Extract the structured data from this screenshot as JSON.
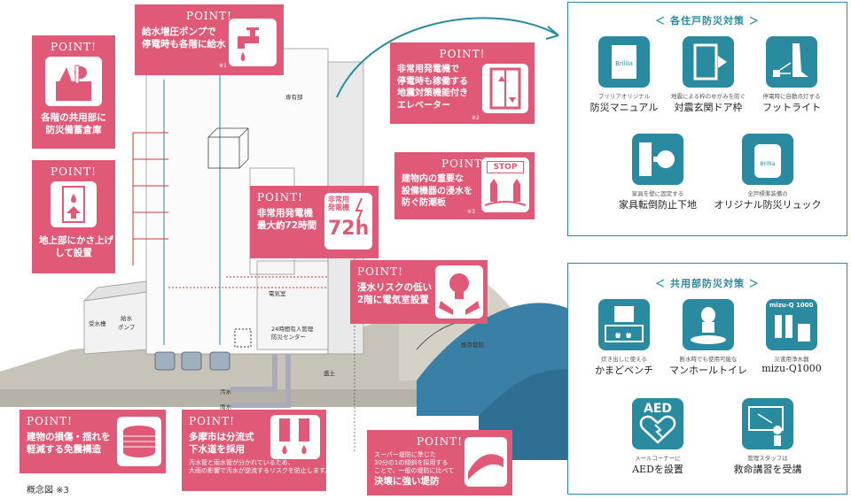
{
  "point_label": "POINT!",
  "points": {
    "pump": {
      "text": "給水増圧ポンプで\n停電時も各階に給水",
      "note": "※1"
    },
    "storage": {
      "text": "各階の共用部に\n防災備蓄倉庫"
    },
    "elevator": {
      "text": "非常用発電機で\n停電時も稼働する\n地震対策機能付き\nエレベーター",
      "note": "※2"
    },
    "flood_panel": {
      "text": "建物内の重要な\n設備機器の浸水を\n防ぐ防潮板",
      "note": "※3",
      "badge": "STOP"
    },
    "raise": {
      "text": "地上部にかさ上げ\nして設置"
    },
    "generator": {
      "text": "非常用発電機\n最大約72時間",
      "badge_top": "非常用\n発電機",
      "badge_big": "72h"
    },
    "elec_room": {
      "text": "浸水リスクの低い\n2階に電気室設置"
    },
    "seismic": {
      "text": "建物の損傷・揺れを\n軽減する免震構造"
    },
    "sewer": {
      "text": "多摩市は分流式\n下水道を採用",
      "sub": "汚水管と雨水管が分かれているため、\n大雨の影響で汚水が逆流するリスクを防止します。"
    },
    "levee": {
      "sub": "スーパー堤防に準じた\n30分の1の傾斜を採用する\nことで、一般の堤防に比べて",
      "text": "決壊に強い堤防"
    }
  },
  "labels": {
    "private": "専有部",
    "elec_room": "電気室",
    "mgmt": "24時間有人管理\n防災センター",
    "receiving": "受水槽",
    "water_pump": "給水\nポンプ",
    "sewage": "汚水",
    "rain": "雨水",
    "fill": "盛土",
    "existing_levee": "既存堤防",
    "caption": "概念図 ※3"
  },
  "units_panel": {
    "title": "＜ 各住戸防災対策 ＞",
    "items": [
      {
        "sub": "ブリリアオリジナル",
        "main": "防災マニュアル",
        "icon": "manual-book-icon",
        "brand": "Brillia"
      },
      {
        "sub": "地震による枠のゆがみを防ぐ",
        "main": "対震玄関ドア枠",
        "icon": "door-frame-icon"
      },
      {
        "sub": "停電時に自動点灯する",
        "main": "フットライト",
        "icon": "foot-light-icon"
      },
      {
        "sub": "家具を壁に固定する",
        "main": "家具転倒防止下地",
        "icon": "furniture-anchor-icon"
      },
      {
        "sub": "全戸標準装備の",
        "main": "オリジナル防災リュック",
        "icon": "backpack-icon",
        "brand": "Brillia"
      }
    ]
  },
  "common_panel": {
    "title": "＜ 共用部防災対策 ＞",
    "items": [
      {
        "sub": "炊き出しに使える",
        "main": "かまどベンチ",
        "icon": "cooking-bench-icon"
      },
      {
        "sub": "断水時でも使用可能な",
        "main": "マンホールトイレ",
        "icon": "manhole-toilet-icon"
      },
      {
        "sub": "災害用浄水器",
        "main": "mizu-Q1000",
        "icon": "water-purifier-icon",
        "brand": "mizu-Q 1000"
      },
      {
        "sub": "メールコーナーに",
        "main": "AEDを設置",
        "icon": "aed-icon",
        "brand": "AED"
      },
      {
        "sub": "管理スタッフは",
        "main": "救命講習を受講",
        "icon": "training-icon"
      }
    ]
  },
  "colors": {
    "point": "#e05a78",
    "panel": "#2a8aa0",
    "ground": "#b9b4a8",
    "water": "#3a7fa5"
  }
}
